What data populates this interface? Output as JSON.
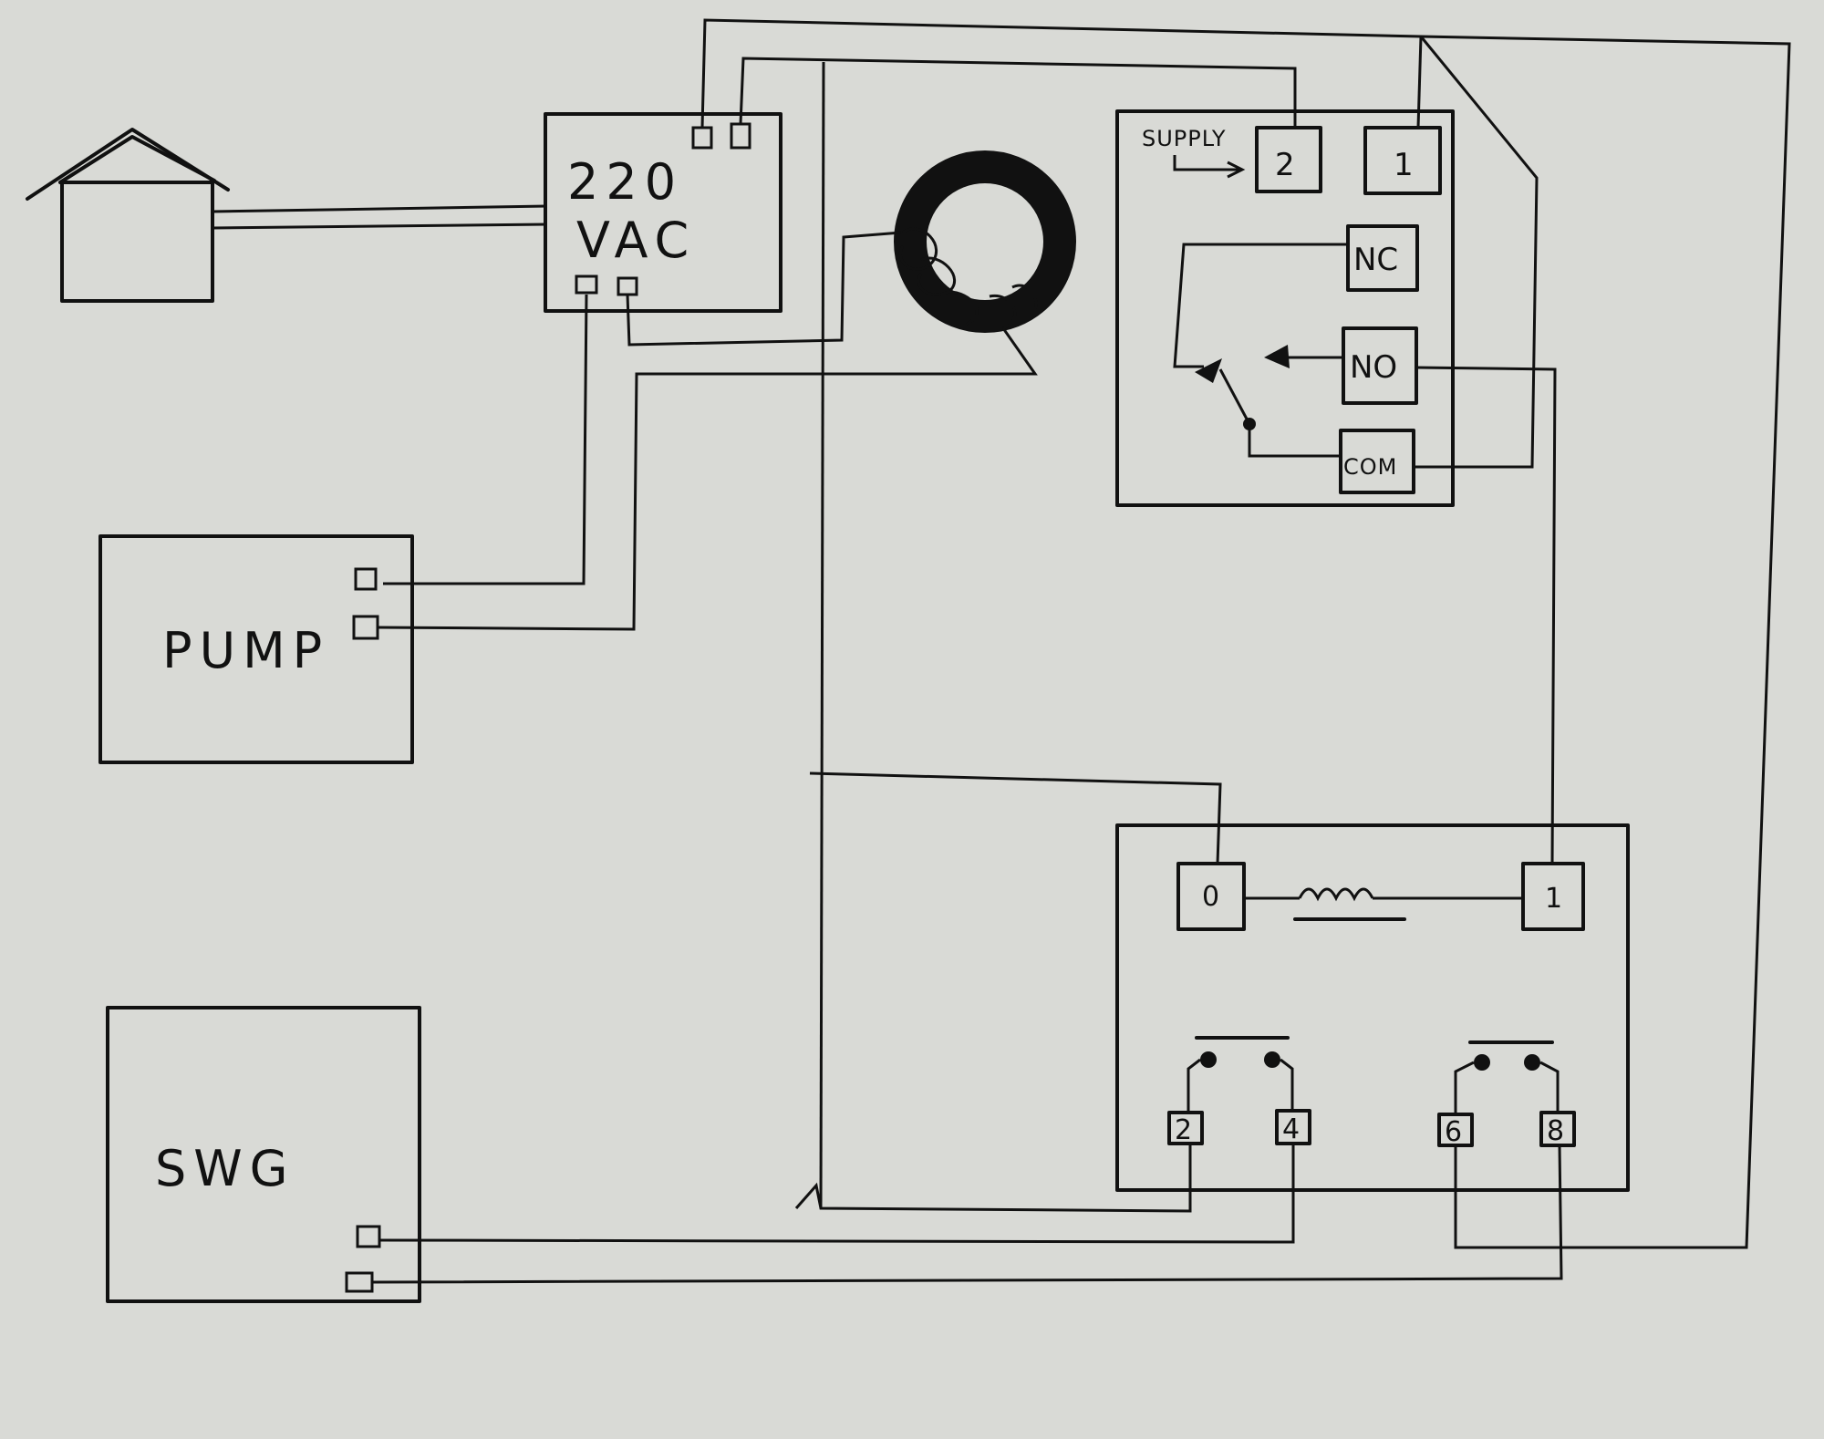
{
  "colors": {
    "paper": "#d9dad6",
    "ink": "#111111"
  },
  "power_box": {
    "line1": "220",
    "line2": "VAC"
  },
  "pump_box": {
    "label": "PUMP"
  },
  "swg_box": {
    "label": "SWG"
  },
  "current_switch": {
    "supply_label": "SUPPLY",
    "terminals": {
      "t2": "2",
      "t1": "1",
      "nc": "NC",
      "no": "NO",
      "com": "COM"
    }
  },
  "contactor": {
    "coil_terminals": {
      "a": "0",
      "b": "1"
    },
    "contacts": {
      "c2": "2",
      "c4": "4",
      "c6": "6",
      "c8": "8"
    }
  }
}
